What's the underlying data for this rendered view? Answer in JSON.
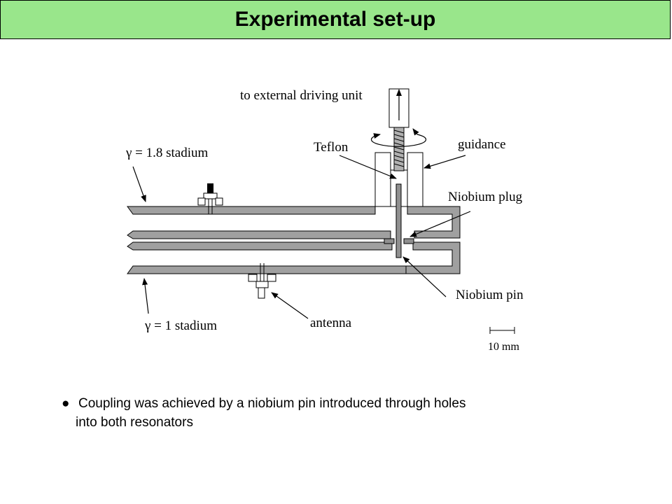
{
  "title": "Experimental set-up",
  "diagram": {
    "labels": {
      "external_driving_unit": "to external driving unit",
      "teflon": "Teflon",
      "guidance": "guidance",
      "gamma_18_stadium": "γ = 1.8 stadium",
      "niobium_plug": "Niobium plug",
      "niobium_pin": "Niobium pin",
      "gamma_1_stadium": "γ = 1 stadium",
      "antenna": "antenna",
      "scale_bar": "10 mm"
    }
  },
  "bullet": {
    "symbol": "●",
    "line1": "Coupling was achieved by a niobium pin introduced through holes",
    "line2": "into both resonators"
  },
  "colors": {
    "title_background": "#99e68b",
    "plate_fill": "#a0a0a0"
  }
}
